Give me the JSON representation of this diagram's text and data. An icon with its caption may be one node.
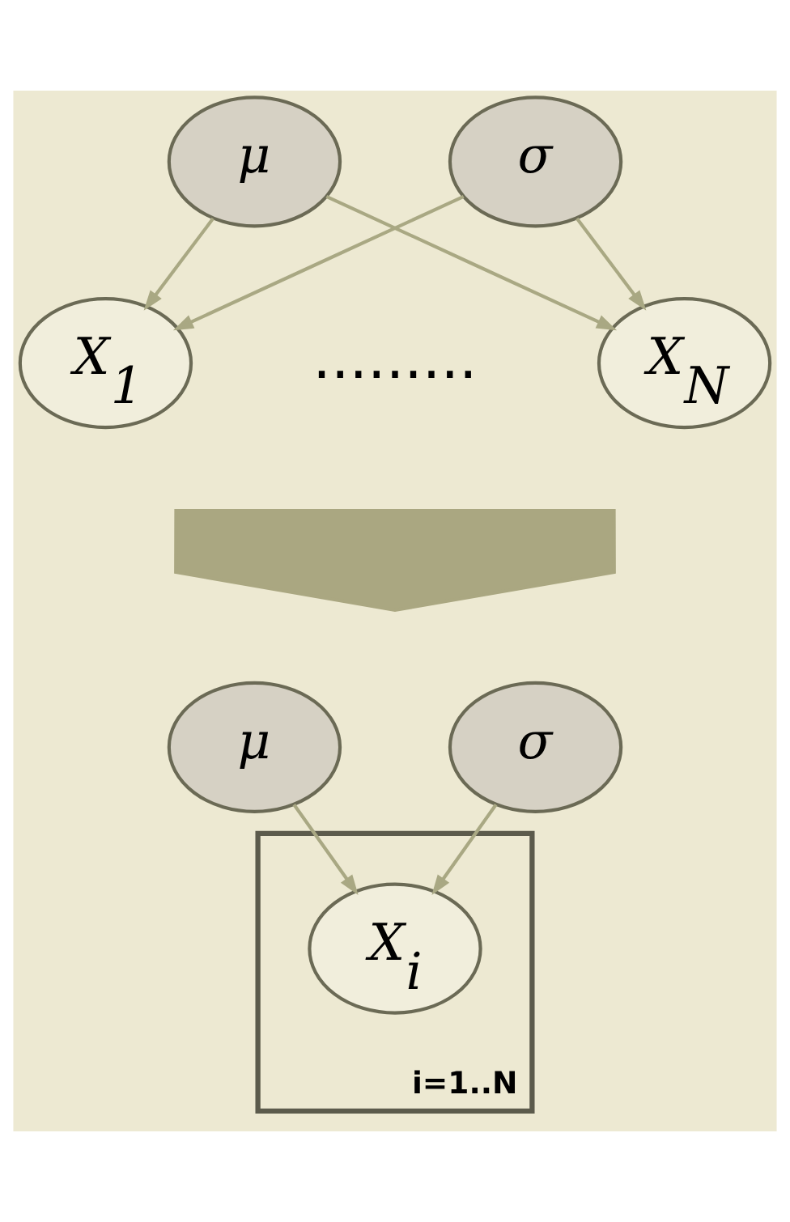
{
  "diagram": {
    "nodes": [
      {
        "text": [
          "μ"
        ]
      },
      {
        "text": [
          "σ"
        ]
      },
      {
        "text": [
          "X$_{1}$"
        ]
      },
      {
        "text": [
          "X$_{N}$"
        ]
      },
      {
        "text": [],
        "shape": "arrow"
      },
      {
        "text": [
          "μ"
        ]
      },
      {
        "text": [
          "σ"
        ]
      },
      {
        "text": [
          "i=1..N"
        ]
      },
      {
        "text": [
          "X$_{i}$"
        ],
        "in": 7
      }
    ],
    "edges": [
      {
        "from": 0,
        "to": 2,
        "arrow": "to"
      },
      {
        "from": 0,
        "to": 3,
        "arrow": "to"
      },
      {
        "from": 1,
        "to": 2,
        "arrow": "to"
      },
      {
        "from": 1,
        "to": 3,
        "arrow": "to"
      },
      {
        "from": 5,
        "to": 8,
        "arrow": "to"
      },
      {
        "from": 6,
        "to": 8,
        "arrow": "to"
      }
    ],
    "labels": [
      "........."
    ]
  }
}
